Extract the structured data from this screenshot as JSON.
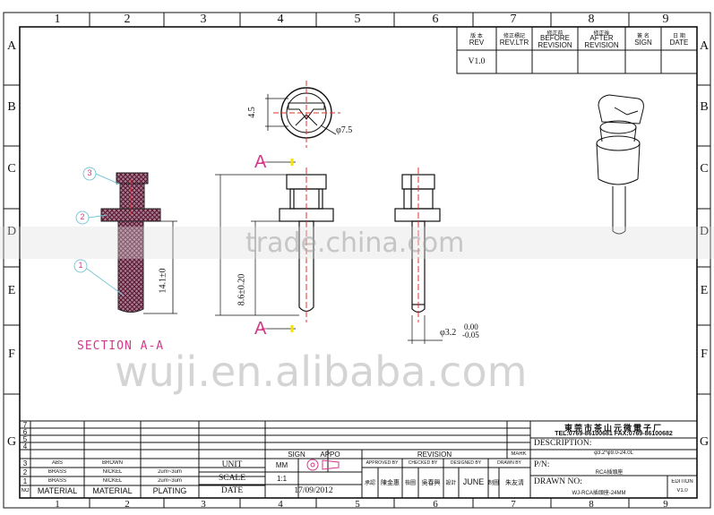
{
  "frame": {
    "columns": [
      "1",
      "2",
      "3",
      "4",
      "5",
      "6",
      "7",
      "8",
      "9"
    ],
    "rows": [
      "A",
      "B",
      "C",
      "D",
      "E",
      "F",
      "G"
    ]
  },
  "revision_table": {
    "headers": [
      {
        "cn": "版 本",
        "en": "REV"
      },
      {
        "cn": "修正標記",
        "en": "REV.LTR"
      },
      {
        "cn": "修正前",
        "en": "BEFORE REVISION"
      },
      {
        "cn": "修正後",
        "en": "AFTER REVISION"
      },
      {
        "cn": "簽 名",
        "en": "SIGN"
      },
      {
        "cn": "日 期",
        "en": "DATE"
      }
    ],
    "rev_value": "V1.0"
  },
  "dimensions": {
    "top_height": "4.5",
    "top_diameter": "φ7.5",
    "body_height": "14.1±0",
    "pin_length": "8.6±0.20",
    "pin_diameter": "φ3.2",
    "pin_tol_upper": "0.00",
    "pin_tol_lower": "-0.05",
    "section_marker": "A"
  },
  "balloons": [
    "3",
    "2",
    "1"
  ],
  "section_label": "SECTION A-A",
  "watermarks": {
    "band": "trade.china.com",
    "site": "wuji.en.alibaba.com"
  },
  "title_block": {
    "row_numbers": [
      "7",
      "6",
      "5",
      "4",
      "3",
      "2",
      "1"
    ],
    "materials": [
      {
        "no": "3",
        "material": "ABS",
        "material2": "BROWN",
        "plating": ""
      },
      {
        "no": "2",
        "material": "BRASS",
        "material2": "NICKEL",
        "plating": "2um~3um"
      },
      {
        "no": "1",
        "material": "BRASS",
        "material2": "NICKEL",
        "plating": "2um~3um"
      }
    ],
    "headers": {
      "no": "NO",
      "material": "MATERIAL",
      "material2": "MATERIAL",
      "plating": "PLATING"
    },
    "sign_label": "SIGN",
    "appo_label": "APPO",
    "revision_label": "REVISION",
    "mark_label": "MARK",
    "unit_label": "UNIT",
    "unit_value": "MM",
    "scale_label": "SCALE",
    "scale_value": "1:1",
    "date_label": "DATE",
    "date_value": "17/09/2012",
    "approvals": [
      {
        "label": "APPROVED BY",
        "name": "陳金惠"
      },
      {
        "label": "CHECKED BY",
        "name": "吳春興"
      },
      {
        "label": "DESIGNED BY",
        "name": "JUNE"
      },
      {
        "label": "DRAWN BY",
        "name": "朱友清"
      }
    ],
    "approval_prefix": [
      "承認",
      "檢圖",
      "設計",
      "制圖"
    ],
    "company": "東莞市茶山元微電子厂",
    "contact": "TEL:0769-86100681  FAX:0769-86100682",
    "description_label": "DESCRIPTION:",
    "description_value": "φ3.2*φ9.0-24.0L",
    "pn_label": "P/N:",
    "pn_value": "RCA插頭座",
    "drawn_no_label": "DRAWN NO:",
    "drawn_no_value": "WJ-RCA插頭座-24MM",
    "edition_label": "EDITION",
    "edition_value": "V1.0"
  },
  "colors": {
    "line": "#111111",
    "magenta": "#d03a8a",
    "red_center": "#e0302a",
    "yellow": "#f2e400",
    "hatch": "#7a1a3a"
  }
}
